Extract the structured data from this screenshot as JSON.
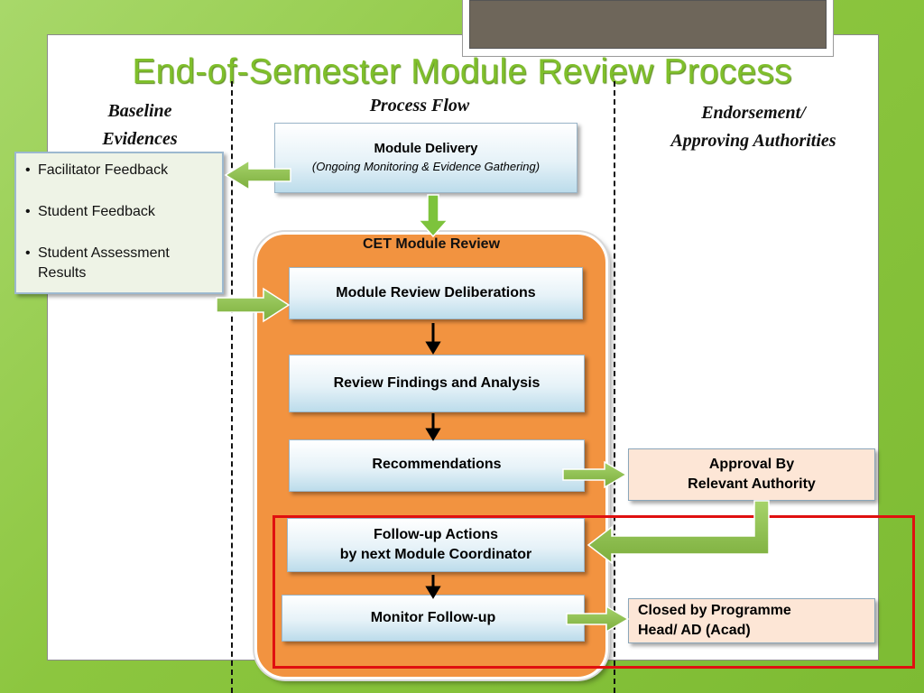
{
  "title": "End-of-Semester Module Review Process",
  "columns": {
    "baseline": [
      "Baseline",
      "Evidences"
    ],
    "process": "Process Flow",
    "endorsement": [
      "Endorsement/",
      "Approving Authorities"
    ]
  },
  "module_delivery": {
    "title": "Module Delivery",
    "subtitle": "(Ongoing Monitoring & Evidence  Gathering)"
  },
  "evidence_items": [
    "Facilitator Feedback",
    "Student Feedback",
    "Student Assessment Results"
  ],
  "cet_review": {
    "label": "CET Module Review",
    "steps": [
      "Module Review Deliberations",
      "Review Findings and Analysis",
      "Recommendations",
      [
        "Follow-up Actions",
        "by next Module Coordinator"
      ],
      "Monitor Follow-up"
    ]
  },
  "approval": [
    "Approval By",
    "Relevant Authority"
  ],
  "closed": [
    "Closed by Programme",
    "Head/ AD (Acad)"
  ],
  "colors": {
    "accent_green": "#7fbf2b",
    "orange": "#f29340",
    "highlight_red": "#e01010",
    "peach": "#fde6d6"
  }
}
